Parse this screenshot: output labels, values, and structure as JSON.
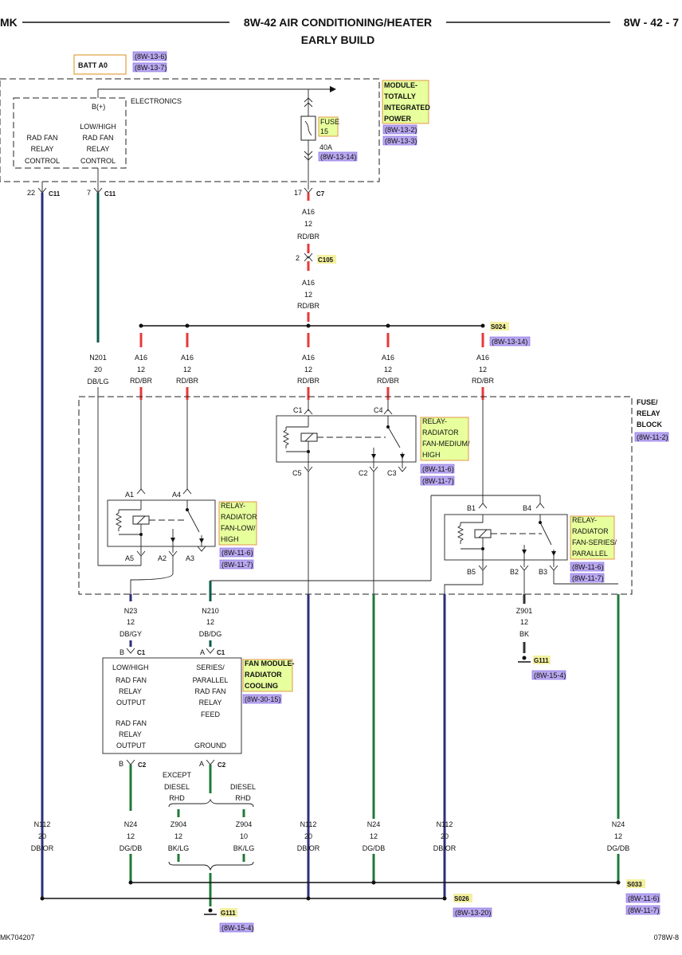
{
  "header": {
    "left": "MK",
    "title": "8W-42 AIR CONDITIONING/HEATER",
    "subtitle": "EARLY BUILD",
    "right": "8W - 42 - 7"
  },
  "footer": {
    "left": "MK704207",
    "right": "078W-8"
  },
  "batt": {
    "label": "BATT A0",
    "refs": [
      "(8W-13-6)",
      "(8W-13-7)"
    ]
  },
  "electronics": {
    "label": "ELECTRONICS",
    "bplus": "B(+)",
    "rad_fan_relay_control": [
      "RAD FAN",
      "RELAY",
      "CONTROL"
    ],
    "lowhigh_control": [
      "LOW/HIGH",
      "RAD FAN",
      "RELAY",
      "CONTROL"
    ]
  },
  "tipm": {
    "lines": [
      "MODULE-",
      "TOTALLY",
      "INTEGRATED",
      "POWER"
    ],
    "refs": [
      "(8W-13-2)",
      "(8W-13-3)"
    ]
  },
  "fuse": {
    "lines": [
      "FUSE",
      "15"
    ],
    "rating": "40A",
    "ref": "(8W-13-14)"
  },
  "pins": {
    "c11a_num": "22",
    "c11a": "C11",
    "c11b_num": "7",
    "c11b": "C11",
    "c7_num": "17",
    "c7": "C7",
    "c105_num": "2",
    "c105": "C105"
  },
  "wires": {
    "a16": [
      "A16",
      "12",
      "RD/BR"
    ],
    "n201": [
      "N201",
      "20",
      "DB/LG"
    ],
    "n23": [
      "N23",
      "12",
      "DB/GY"
    ],
    "n210": [
      "N210",
      "12",
      "DB/DG"
    ],
    "z901": [
      "Z901",
      "12",
      "BK"
    ],
    "n112": [
      "N112",
      "20",
      "DB/OR"
    ],
    "n24": [
      "N24",
      "12",
      "DG/DB"
    ],
    "z904a": [
      "Z904",
      "12",
      "BK/LG"
    ],
    "z904b": [
      "Z904",
      "10",
      "BK/LG"
    ]
  },
  "splices": {
    "s024": "S024",
    "s024_ref": "(8W-13-14)",
    "s026": "S026",
    "s026_ref": "(8W-13-20)",
    "s033": "S033",
    "s033_refs": [
      "(8W-11-6)",
      "(8W-11-7)"
    ]
  },
  "grounds": {
    "g111a": "G111",
    "g111a_ref": "(8W-15-4)",
    "g111b": "G111",
    "g111b_ref": "(8W-15-4)"
  },
  "fuse_block": {
    "lines": [
      "FUSE/",
      "RELAY",
      "BLOCK"
    ],
    "ref": "(8W-11-2)"
  },
  "relay_med": {
    "lines": [
      "RELAY-",
      "RADIATOR",
      "FAN-MEDIUM/",
      "HIGH"
    ],
    "refs": [
      "(8W-11-6)",
      "(8W-11-7)"
    ],
    "pins": {
      "c1": "C1",
      "c4": "C4",
      "c5": "C5",
      "c2": "C2",
      "c3": "C3"
    }
  },
  "relay_low": {
    "lines": [
      "RELAY-",
      "RADIATOR",
      "FAN-LOW/",
      "HIGH"
    ],
    "refs": [
      "(8W-11-6)",
      "(8W-11-7)"
    ],
    "pins": {
      "a1": "A1",
      "a4": "A4",
      "a5": "A5",
      "a2": "A2",
      "a3": "A3"
    }
  },
  "relay_series": {
    "lines": [
      "RELAY-",
      "RADIATOR",
      "FAN-SERIES/",
      "PARALLEL"
    ],
    "refs": [
      "(8W-11-6)",
      "(8W-11-7)"
    ],
    "pins": {
      "b1": "B1",
      "b4": "B4",
      "b5": "B5",
      "b2": "B2",
      "b3": "B3"
    }
  },
  "fan_module": {
    "lines": [
      "FAN MODULE-",
      "RADIATOR",
      "COOLING"
    ],
    "ref": "(8W-30-15)",
    "left_top": [
      "LOW/HIGH",
      "RAD FAN",
      "RELAY",
      "OUTPUT"
    ],
    "left_bottom": [
      "RAD FAN",
      "RELAY",
      "OUTPUT"
    ],
    "right_top": [
      "SERIES/",
      "PARALLEL",
      "RAD FAN",
      "RELAY",
      "FEED"
    ],
    "right_bottom": "GROUND",
    "c1_b_pin": "B",
    "c1_a_pin": "A",
    "c1": "C1",
    "c2_b_pin": "B",
    "c2_a_pin": "A",
    "c2": "C2"
  },
  "diesel": {
    "except": [
      "EXCEPT",
      "DIESEL",
      "RHD"
    ],
    "diesel": [
      "DIESEL",
      "RHD"
    ]
  }
}
